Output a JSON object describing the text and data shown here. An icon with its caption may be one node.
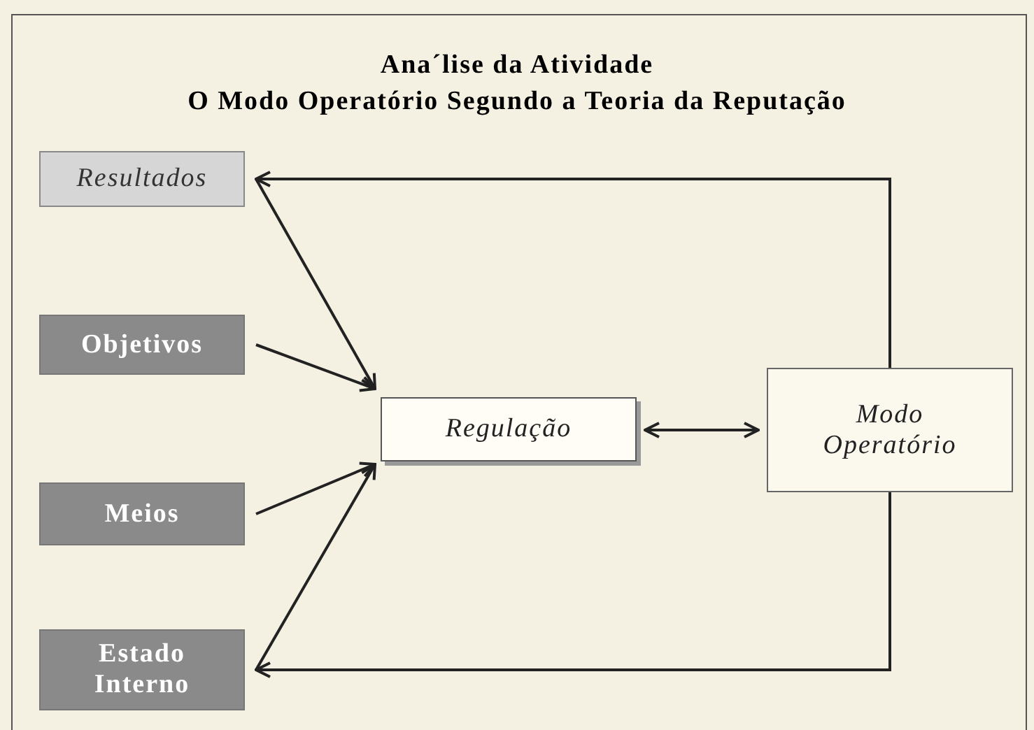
{
  "diagram": {
    "title": "Ana´lise da Atividade",
    "nodes": [
      {
        "text": [
          "Resultados"
        ]
      },
      {
        "text": [
          "Objetivos"
        ]
      },
      {
        "text": [
          "Meios"
        ]
      },
      {
        "text": [
          "Estado Interno"
        ]
      },
      {
        "text": [
          "Regulação"
        ]
      },
      {
        "text": [
          "Modo Operatório"
        ]
      }
    ],
    "edges": [
      {
        "from": 0,
        "to": 4,
        "arrow": "to"
      },
      {
        "from": 1,
        "to": 4,
        "arrow": "to"
      },
      {
        "from": 2,
        "to": 4,
        "arrow": "to"
      },
      {
        "from": 3,
        "to": 4,
        "arrow": "to"
      },
      {
        "from": 4,
        "to": 5,
        "arrow": "both"
      },
      {
        "from": 5,
        "to": 0,
        "arrow": "to"
      },
      {
        "from": 5,
        "to": 3,
        "arrow": "to"
      }
    ],
    "labels": [
      "O Modo Operatório Segundo a Teoria da Reputação"
    ]
  }
}
